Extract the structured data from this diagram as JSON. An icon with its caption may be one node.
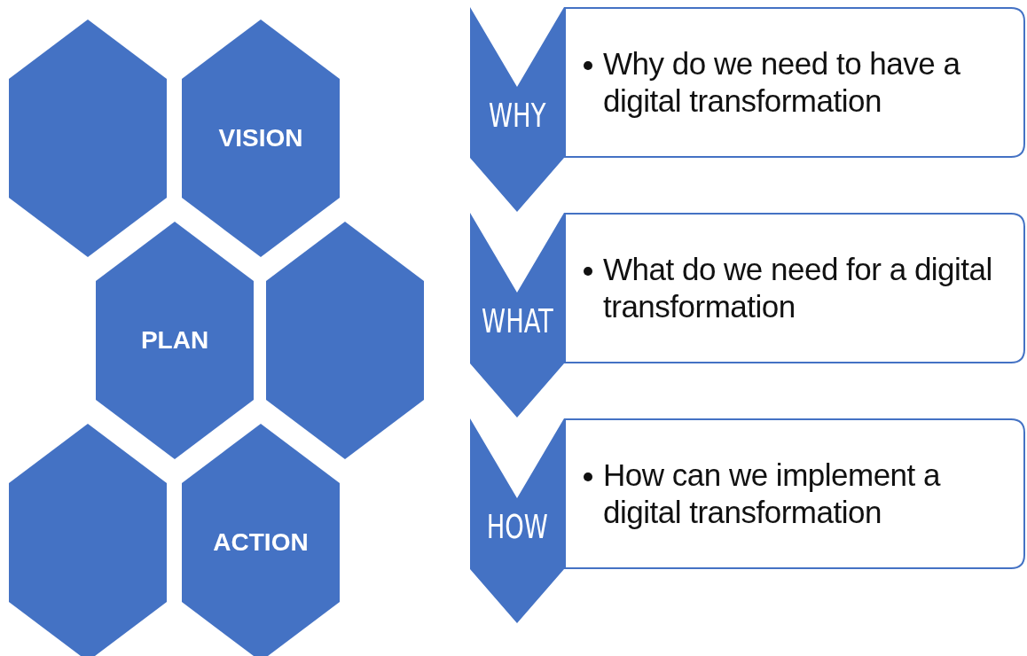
{
  "diagram": {
    "nodes": [
      {
        "text": [],
        "shape": "hexagon"
      },
      {
        "text": [
          "VISION"
        ]
      },
      {
        "text": [
          "PLAN"
        ]
      },
      {
        "text": [],
        "shape": "hexagon"
      },
      {
        "text": [],
        "shape": "hexagon"
      },
      {
        "text": [
          "ACTION"
        ]
      },
      {
        "text": [
          "WHY"
        ]
      },
      {
        "text": [
          "Why do we need to have a digital transformation"
        ]
      },
      {
        "text": [
          "WHAT"
        ]
      },
      {
        "text": [
          "What do we need for a digital transformation"
        ]
      },
      {
        "text": [
          "HOW"
        ]
      },
      {
        "text": [
          "How can we implement a digital transformation"
        ]
      }
    ],
    "edges": []
  }
}
